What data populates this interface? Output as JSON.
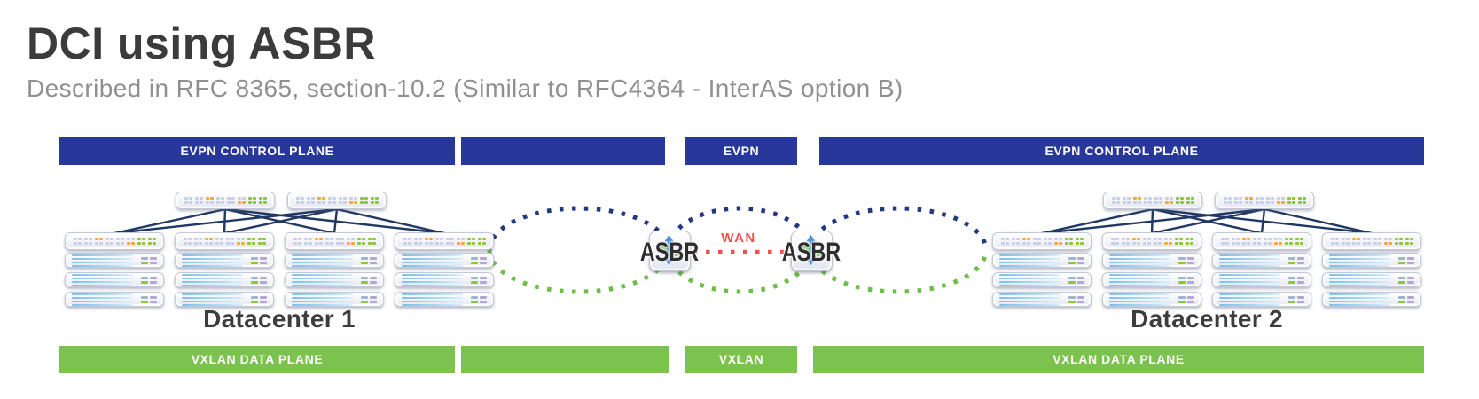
{
  "title": "DCI using ASBR",
  "subtitle": "Described in RFC 8365, section-10.2 (Similar to RFC4364 - InterAS option B)",
  "control_plane": {
    "left_label": "EVPN CONTROL PLANE",
    "center_label": "EVPN",
    "right_label": "EVPN CONTROL PLANE",
    "color": "#28389a"
  },
  "data_plane": {
    "left_label": "VXLAN DATA PLANE",
    "center_label": "VXLAN",
    "right_label": "VXLAN DATA PLANE",
    "color": "#7cc24e"
  },
  "datacenters": [
    {
      "label": "Datacenter 1"
    },
    {
      "label": "Datacenter 2"
    }
  ],
  "asbr": {
    "left_label": "ASBR",
    "right_label": "ASBR"
  },
  "wan": {
    "label": "WAN",
    "color": "#e8564e"
  },
  "topology": {
    "spines_per_datacenter": 2,
    "leaves_per_datacenter": 4,
    "servers_per_leaf": 3
  },
  "colors": {
    "title_text": "#3b3b3b",
    "subtitle_text": "#909090",
    "mesh_line_navy": "#1f3864",
    "dot_blue": "#22397f",
    "dot_green": "#6dbe45",
    "dash_lavender": "#c9cee8",
    "dash_orange": "#f3a83c",
    "dash_green": "#8cc63f",
    "dash_purple": "#b5a6d8",
    "dash_gray": "#9fb6ce",
    "server_line_blue": "#a5cfec",
    "asbr_arrow_blue": "#4a90d9",
    "asbr_arrow_green": "#6abf4b"
  }
}
